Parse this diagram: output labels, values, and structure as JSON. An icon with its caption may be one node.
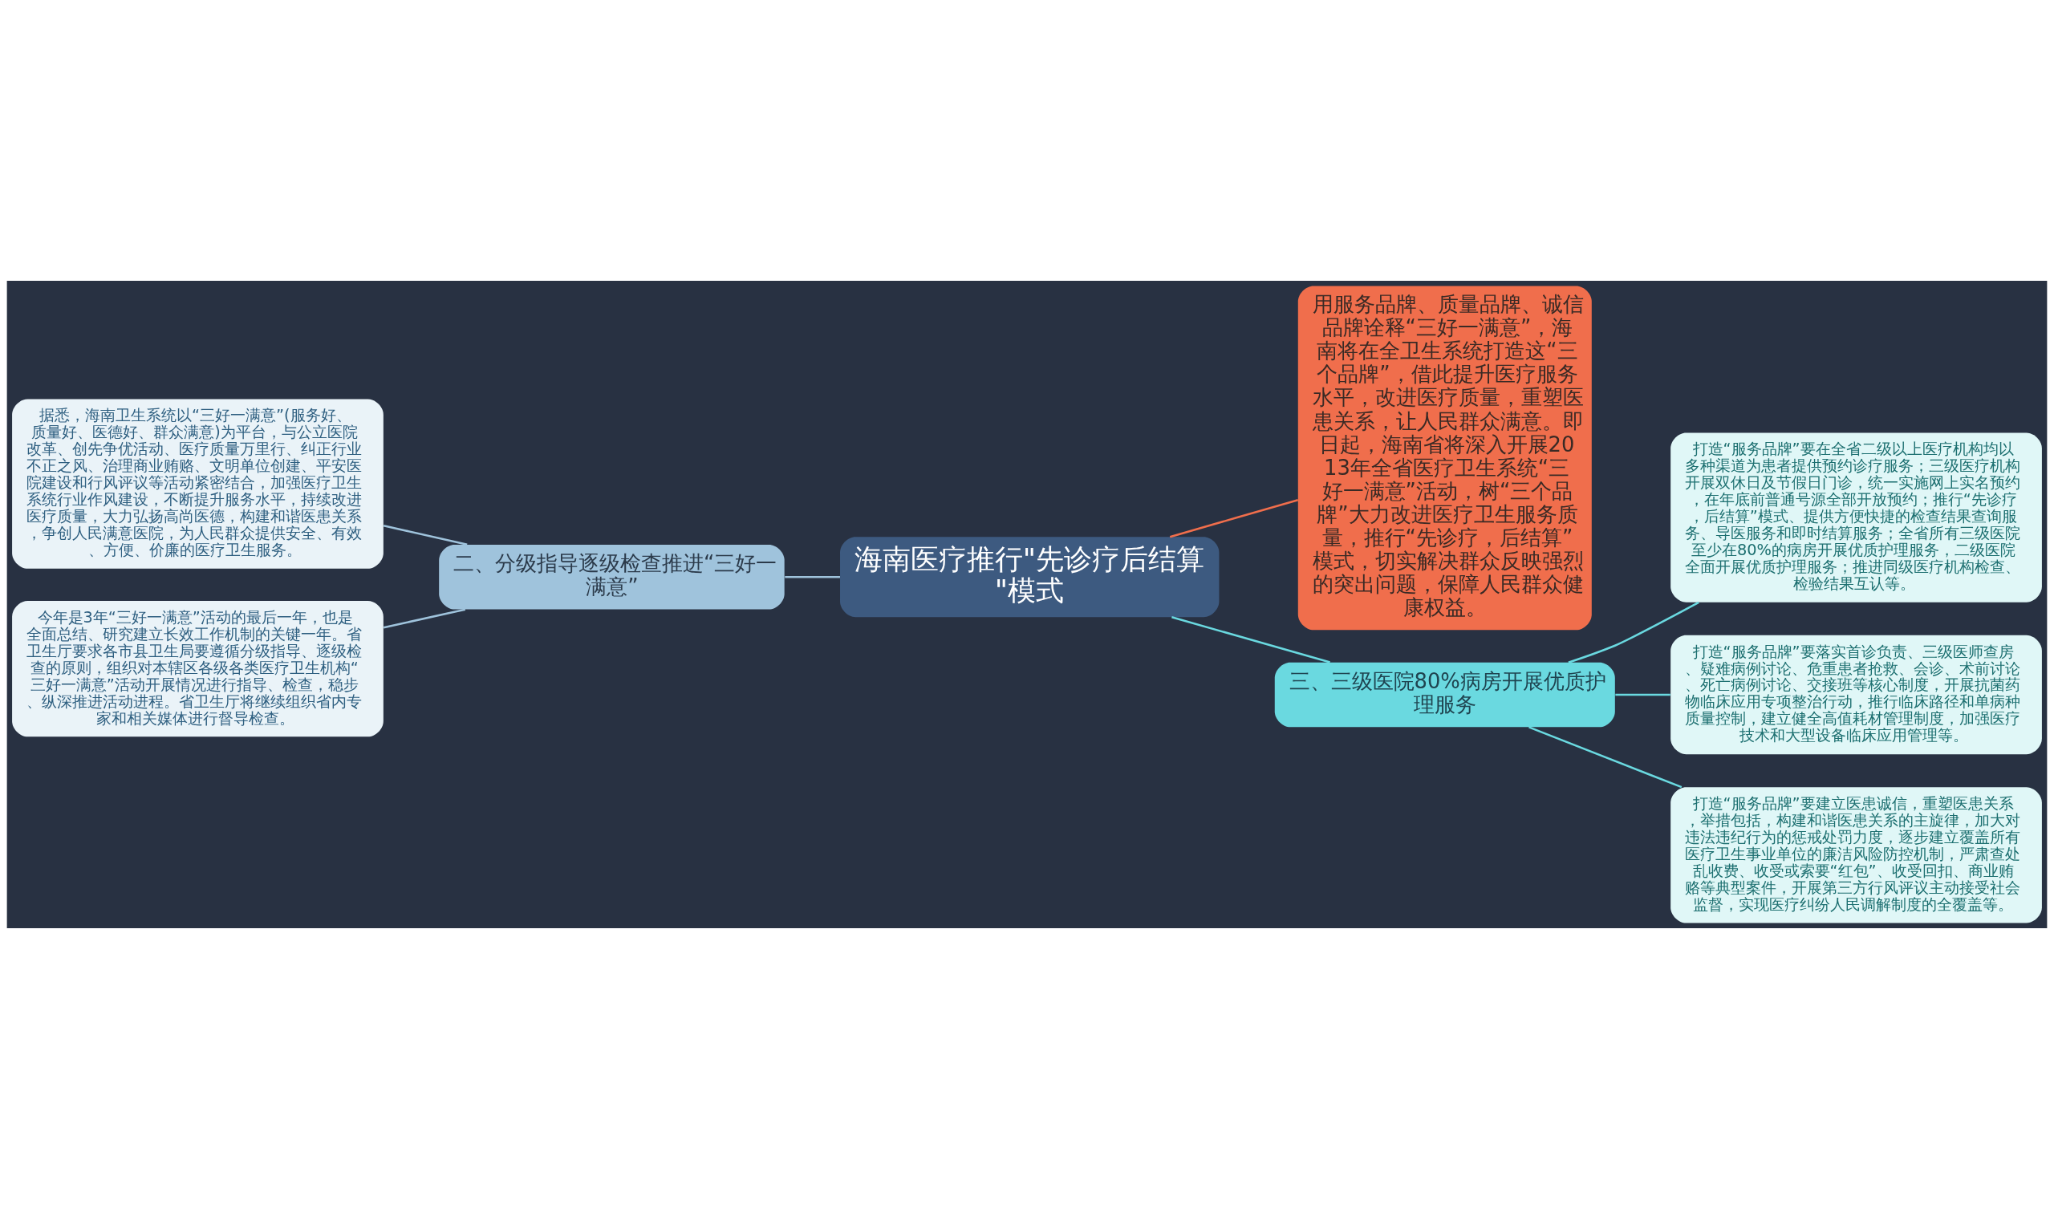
{
  "diagram": {
    "nodes": [
      {
        "text": [
          "海南医疗推行\"先诊疗后结算\"模式"
        ]
      },
      {
        "text": [
          "二、分级指导逐级检查推进“三好一满意”"
        ]
      },
      {
        "text": [
          "据悉，海南卫生系统以“三好一满意”(服务好、质量好、医德好、群众满意)为平台，与公立医院改革、创先争优活动、医疗质量万里行、纠正行业不正之风、治理商业贿赂、文明单位创建、平安医院建设和行风评议等活动紧密结合，加强医疗卫生系统行业作风建设，不断提升服务水平，持续改进医疗质量，大力弘扬高尚医德，构建和谐医患关系，争创人民满意医院，为人民群众提供安全、有效、方便、价廉的医疗卫生服务。"
        ]
      },
      {
        "text": [
          "今年是3年“三好一满意”活动的最后一年，也是全面总结、研究建立长效工作机制的关键一年。省卫生厅要求各市县卫生局要遵循分级指导、逐级检查的原则，组织对本辖区各级各类医疗卫生机构“三好一满意”活动开展情况进行指导、检查，稳步、纵深推进活动进程。省卫生厅将继续组织省内专家和相关媒体进行督导检查。"
        ]
      },
      {
        "text": [
          "用服务品牌、质量品牌、诚信品牌诠释“三好一满意”，海南将在全卫生系统打造这“三个品牌”，借此提升医疗服务水平，改进医疗质量，重塑医患关系，让人民群众满意。即日起，海南省将深入开展2013年全省医疗卫生系统“三好一满意”活动，树“三个品牌”大力改进医疗卫生服务质量，推行“先诊疗，后结算”模式，切实解决群众反映强烈的突出问题，保障人民群众健康权益。"
        ]
      },
      {
        "text": [
          "三、三级医院80%病房开展优质护理服务"
        ]
      },
      {
        "text": [
          "打造“服务品牌”要在全省二级以上医疗机构均以多种渠道为患者提供预约诊疗服务；三级医疗机构开展双休日及节假日门诊，统一实施网上实名预约，在年底前普通号源全部开放预约；推行“先诊疗，后结算”模式、提供方便快捷的检查结果查询服务、导医服务和即时结算服务；全省所有三级医院至少在80%的病房开展优质护理服务，二级医院全面开展优质护理服务；推进同级医疗机构检查、检验结果互认等。"
        ]
      },
      {
        "text": [
          "打造“服务品牌”要落实首诊负责、三级医师查房、疑难病例讨论、危重患者抢救、会诊、术前讨论、死亡病例讨论、交接班等核心制度，开展抗菌药物临床应用专项整治行动，推行临床路径和单病种质量控制，建立健全高值耗材管理制度，加强医疗技术和大型设备临床应用管理等。"
        ]
      },
      {
        "text": [
          "打造“服务品牌”要建立医患诚信，重塑医患关系，举措包括，构建和谐医患关系的主旋律，加大对违法违纪行为的惩戒处罚力度，逐步建立覆盖所有医疗卫生事业单位的廉洁风险防控机制，严肃查处乱收费、收受或索要“红包”、收受回扣、商业贿赂等典型案件，开展第三方行风评议主动接受社会监督，实现医疗纠纷人民调解制度的全覆盖等。"
        ]
      }
    ],
    "edges": [
      {
        "from": 0,
        "to": 1,
        "arrow": "none",
        "color": "#9fc3dc"
      },
      {
        "from": 1,
        "to": 2,
        "arrow": "none",
        "color": "#9fc3dc"
      },
      {
        "from": 1,
        "to": 3,
        "arrow": "none",
        "color": "#9fc3dc"
      },
      {
        "from": 0,
        "to": 4,
        "arrow": "none",
        "color": "#f06e4c"
      },
      {
        "from": 0,
        "to": 5,
        "arrow": "none"
      },
      {
        "from": 5,
        "to": 6,
        "arrow": "none"
      },
      {
        "from": 5,
        "to": 7,
        "arrow": "none"
      },
      {
        "from": 5,
        "to": 8,
        "arrow": "none"
      }
    ]
  }
}
